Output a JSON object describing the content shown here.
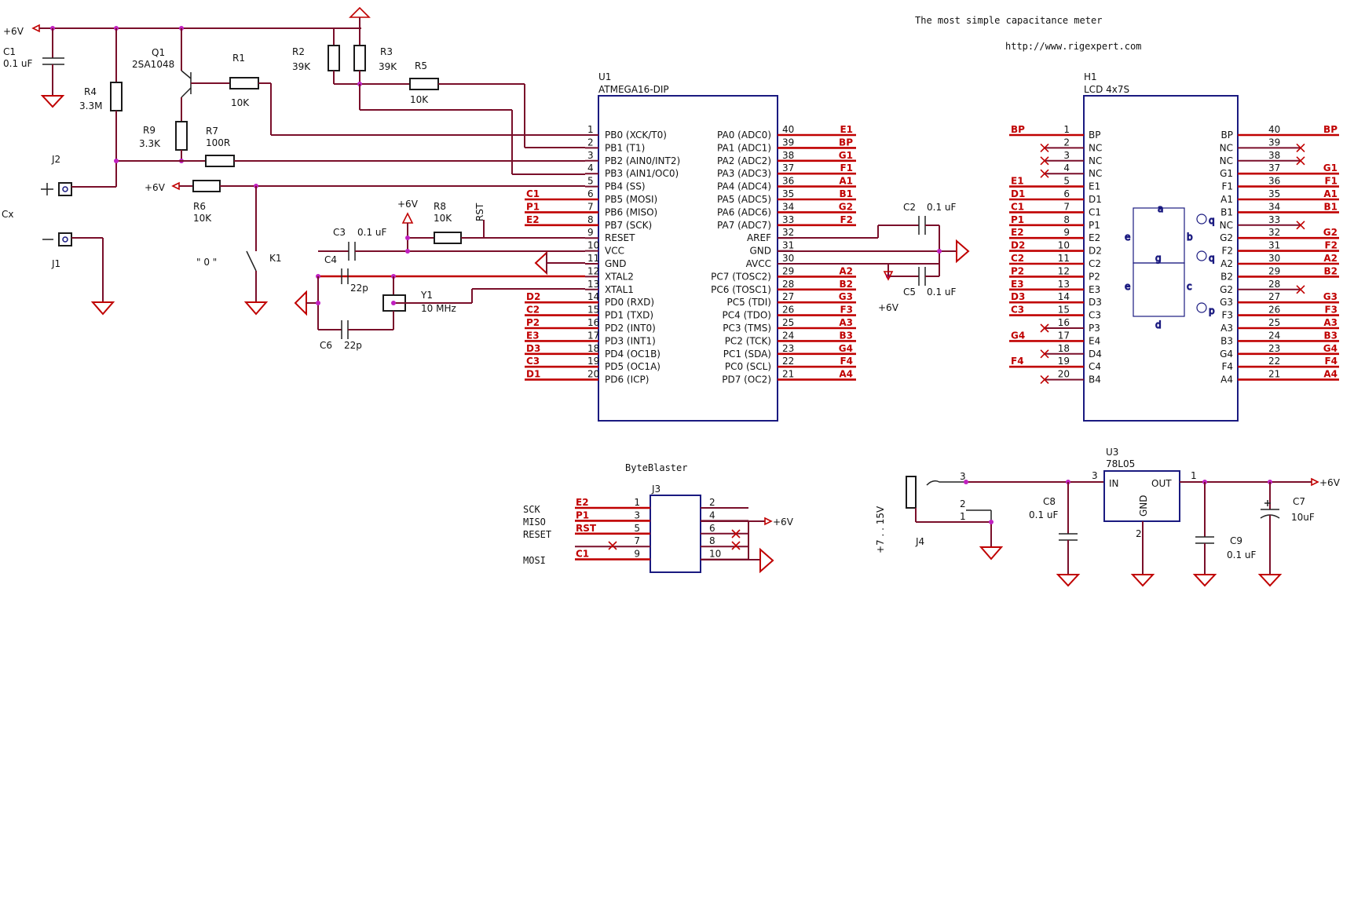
{
  "header": {
    "title": "The most simple capacitance meter",
    "url": "http://www.rigexpert.com"
  },
  "parts": {
    "c1": {
      "ref": "C1",
      "value": "0.1 uF"
    },
    "q1": {
      "ref": "Q1",
      "value": "2SA1048"
    },
    "r1": {
      "ref": "R1",
      "value": "10K"
    },
    "r2": {
      "ref": "R2",
      "value": "39K"
    },
    "r3": {
      "ref": "R3",
      "value": "39K"
    },
    "r4": {
      "ref": "R4",
      "value": "3.3M"
    },
    "r5": {
      "ref": "R5",
      "value": "10K"
    },
    "r6": {
      "ref": "R6",
      "value": "10K"
    },
    "r7": {
      "ref": "R7",
      "value": "100R"
    },
    "r8": {
      "ref": "R8",
      "value": "10K"
    },
    "r9": {
      "ref": "R9",
      "value": "3.3K"
    },
    "c2": {
      "ref": "C2",
      "value": "0.1 uF"
    },
    "c3": {
      "ref": "C3",
      "value": "0.1 uF"
    },
    "c4": {
      "ref": "C4",
      "value": "22p"
    },
    "c5": {
      "ref": "C5",
      "value": "0.1 uF"
    },
    "c6": {
      "ref": "C6",
      "value": "22p"
    },
    "c7": {
      "ref": "C7",
      "value": "10uF"
    },
    "c8": {
      "ref": "C8",
      "value": "0.1 uF"
    },
    "c9": {
      "ref": "C9",
      "value": "0.1 uF"
    },
    "y1": {
      "ref": "Y1",
      "value": "10 MHz"
    },
    "j1": {
      "ref": "J1"
    },
    "j2": {
      "ref": "J2"
    },
    "j3": {
      "ref": "J3"
    },
    "j4": {
      "ref": "J4"
    },
    "k1": {
      "ref": "K1",
      "label": "\" 0 \""
    },
    "cx": {
      "label": "Cx"
    },
    "u3": {
      "ref": "U3",
      "value": "78L05",
      "in": "IN",
      "out": "OUT",
      "gnd": "GND"
    },
    "supply": "+6V",
    "rst": "RST",
    "input_range": "+7 . . 15V"
  },
  "u1": {
    "ref": "U1",
    "part": "ATMEGA16-DIP",
    "left_pins": [
      {
        "num": "1",
        "name": "PB0 (XCK/T0)"
      },
      {
        "num": "2",
        "name": "PB1 (T1)"
      },
      {
        "num": "3",
        "name": "PB2 (AIN0/INT2)"
      },
      {
        "num": "4",
        "name": "PB3 (AIN1/OC0)"
      },
      {
        "num": "5",
        "name": "PB4 (SS)"
      },
      {
        "num": "6",
        "name": "PB5 (MOSI)"
      },
      {
        "num": "7",
        "name": "PB6 (MISO)"
      },
      {
        "num": "8",
        "name": "PB7 (SCK)"
      },
      {
        "num": "9",
        "name": "RESET"
      },
      {
        "num": "10",
        "name": "VCC"
      },
      {
        "num": "11",
        "name": "GND"
      },
      {
        "num": "12",
        "name": "XTAL2"
      },
      {
        "num": "13",
        "name": "XTAL1"
      },
      {
        "num": "14",
        "name": "PD0 (RXD)"
      },
      {
        "num": "15",
        "name": "PD1 (TXD)"
      },
      {
        "num": "16",
        "name": "PD2 (INT0)"
      },
      {
        "num": "17",
        "name": "PD3 (INT1)"
      },
      {
        "num": "18",
        "name": "PD4 (OC1B)"
      },
      {
        "num": "19",
        "name": "PD5 (OC1A)"
      },
      {
        "num": "20",
        "name": "PD6 (ICP)"
      }
    ],
    "right_pins": [
      {
        "num": "40",
        "name": "PA0 (ADC0)"
      },
      {
        "num": "39",
        "name": "PA1 (ADC1)"
      },
      {
        "num": "38",
        "name": "PA2 (ADC2)"
      },
      {
        "num": "37",
        "name": "PA3 (ADC3)"
      },
      {
        "num": "36",
        "name": "PA4 (ADC4)"
      },
      {
        "num": "35",
        "name": "PA5 (ADC5)"
      },
      {
        "num": "34",
        "name": "PA6 (ADC6)"
      },
      {
        "num": "33",
        "name": "PA7 (ADC7)"
      },
      {
        "num": "32",
        "name": "AREF"
      },
      {
        "num": "31",
        "name": "GND"
      },
      {
        "num": "30",
        "name": "AVCC"
      },
      {
        "num": "29",
        "name": "PC7 (TOSC2)"
      },
      {
        "num": "28",
        "name": "PC6 (TOSC1)"
      },
      {
        "num": "27",
        "name": "PC5 (TDI)"
      },
      {
        "num": "26",
        "name": "PC4 (TDO)"
      },
      {
        "num": "25",
        "name": "PC3 (TMS)"
      },
      {
        "num": "24",
        "name": "PC2 (TCK)"
      },
      {
        "num": "23",
        "name": "PC1 (SDA)"
      },
      {
        "num": "22",
        "name": "PC0 (SCL)"
      },
      {
        "num": "21",
        "name": "PD7 (OC2)"
      }
    ],
    "left_nets": [
      "",
      "",
      "",
      "",
      "",
      "C1",
      "P1",
      "E2",
      "",
      "",
      "",
      "",
      "",
      "D2",
      "C2",
      "P2",
      "E3",
      "D3",
      "C3",
      "D1"
    ],
    "right_nets": [
      "E1",
      "BP",
      "G1",
      "F1",
      "A1",
      "B1",
      "G2",
      "F2",
      "",
      "",
      "",
      "A2",
      "B2",
      "G3",
      "F3",
      "A3",
      "B3",
      "G4",
      "F4",
      "A4"
    ]
  },
  "h1": {
    "ref": "H1",
    "part": "LCD 4x7S",
    "left_pins": [
      {
        "num": "1",
        "name": "BP"
      },
      {
        "num": "2",
        "name": "NC"
      },
      {
        "num": "3",
        "name": "NC"
      },
      {
        "num": "4",
        "name": "NC"
      },
      {
        "num": "5",
        "name": "E1"
      },
      {
        "num": "6",
        "name": "D1"
      },
      {
        "num": "7",
        "name": "C1"
      },
      {
        "num": "8",
        "name": "P1"
      },
      {
        "num": "9",
        "name": "E2"
      },
      {
        "num": "10",
        "name": "D2"
      },
      {
        "num": "11",
        "name": "C2"
      },
      {
        "num": "12",
        "name": "P2"
      },
      {
        "num": "13",
        "name": "E3"
      },
      {
        "num": "14",
        "name": "D3"
      },
      {
        "num": "15",
        "name": "C3"
      },
      {
        "num": "16",
        "name": "P3"
      },
      {
        "num": "17",
        "name": "E4"
      },
      {
        "num": "18",
        "name": "D4"
      },
      {
        "num": "19",
        "name": "C4"
      },
      {
        "num": "20",
        "name": "B4"
      }
    ],
    "right_pins": [
      {
        "num": "40",
        "name": "BP"
      },
      {
        "num": "39",
        "name": "NC"
      },
      {
        "num": "38",
        "name": "NC"
      },
      {
        "num": "37",
        "name": "G1"
      },
      {
        "num": "36",
        "name": "F1"
      },
      {
        "num": "35",
        "name": "A1"
      },
      {
        "num": "34",
        "name": "B1"
      },
      {
        "num": "33",
        "name": "NC"
      },
      {
        "num": "32",
        "name": "G2"
      },
      {
        "num": "31",
        "name": "F2"
      },
      {
        "num": "30",
        "name": "A2"
      },
      {
        "num": "29",
        "name": "B2"
      },
      {
        "num": "28",
        "name": "G2"
      },
      {
        "num": "27",
        "name": "G3"
      },
      {
        "num": "26",
        "name": "F3"
      },
      {
        "num": "25",
        "name": "A3"
      },
      {
        "num": "24",
        "name": "B3"
      },
      {
        "num": "23",
        "name": "G4"
      },
      {
        "num": "22",
        "name": "F4"
      },
      {
        "num": "21",
        "name": "A4"
      }
    ],
    "left_nets": [
      "BP",
      "",
      "",
      "",
      "E1",
      "D1",
      "C1",
      "P1",
      "E2",
      "D2",
      "C2",
      "P2",
      "E3",
      "D3",
      "C3",
      "",
      "G4",
      "",
      "F4",
      ""
    ],
    "right_nets": [
      "BP",
      "",
      "",
      "G1",
      "F1",
      "A1",
      "B1",
      "",
      "G2",
      "F2",
      "A2",
      "B2",
      "",
      "G3",
      "F3",
      "A3",
      "B3",
      "G4",
      "F4",
      "A4"
    ],
    "segment_labels": {
      "a": "a",
      "b": "b",
      "e": "e",
      "g": "g",
      "c": "c",
      "d": "d",
      "q1": "q",
      "q2": "q",
      "p": "p"
    }
  },
  "byteblaster": {
    "title": "ByteBlaster",
    "signals": [
      "SCK",
      "MISO",
      "RESET",
      "MOSI"
    ],
    "left_pins": [
      "1",
      "3",
      "5",
      "7",
      "9"
    ],
    "right_pins": [
      "2",
      "4",
      "6",
      "8",
      "10"
    ],
    "left_nets": [
      "E2",
      "P1",
      "RST",
      "",
      "C1"
    ]
  },
  "j4_pins": [
    "3",
    "2",
    "1"
  ],
  "u3_pins": {
    "in": "3",
    "out": "1",
    "gnd": "2"
  }
}
